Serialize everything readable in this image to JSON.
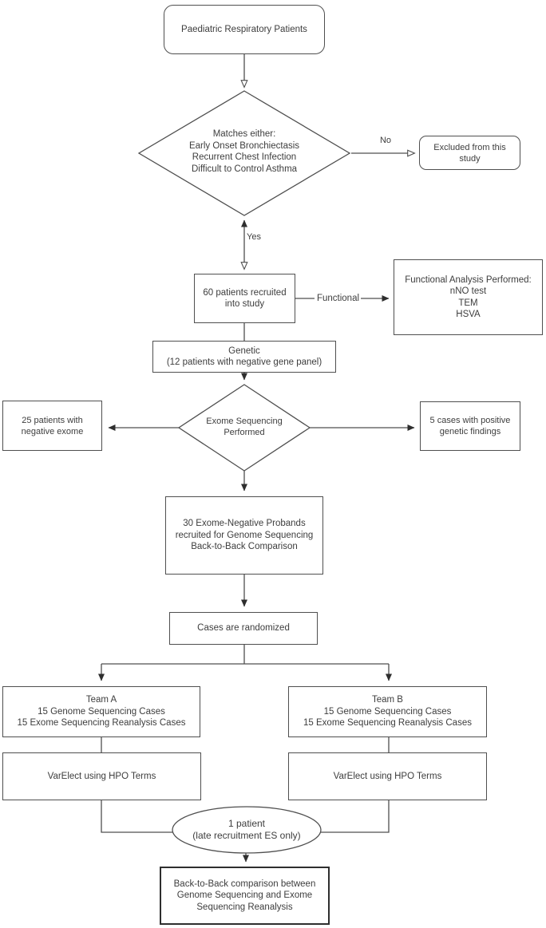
{
  "diagram": {
    "nodes": {
      "start": "Paediatric Respiratory Patients",
      "criteria": "Matches either:\nEarly Onset Bronchiectasis\nRecurrent Chest Infection\nDifficult to Control Asthma",
      "excluded": "Excluded from this\nstudy",
      "recruited": "60 patients recruited\ninto study",
      "functional_analysis": "Functional Analysis Performed:\nnNO test\nTEM\nHSVA",
      "genetic": "Genetic\n(12 patients with negative gene panel)",
      "exome_decision": "Exome Sequencing\nPerformed",
      "negative_exome": "25 patients with\nnegative exome",
      "positive_findings": "5 cases with positive\ngenetic findings",
      "probands": "30 Exome-Negative Probands\nrecruited for Genome Sequencing\nBack-to-Back Comparison",
      "randomized": "Cases are randomized",
      "team_a": "Team A\n15 Genome Sequencing Cases\n15 Exome Sequencing Reanalysis Cases",
      "team_b": "Team B\n15 Genome Sequencing Cases\n15 Exome Sequencing Reanalysis Cases",
      "varelect_a": "VarElect using HPO Terms",
      "varelect_b": "VarElect using HPO Terms",
      "late_patient": "1 patient\n(late recruitment ES only)",
      "comparison": "Back-to-Back comparison between\nGenome Sequencing and Exome\nSequencing Reanalysis"
    },
    "edge_labels": {
      "no": "No",
      "yes": "Yes",
      "functional": "Functional"
    },
    "colors": {
      "line": "#4f4f4f",
      "arrow_fill": "#2e2e2e",
      "text": "#3d3d3d",
      "background": "#ffffff"
    }
  }
}
